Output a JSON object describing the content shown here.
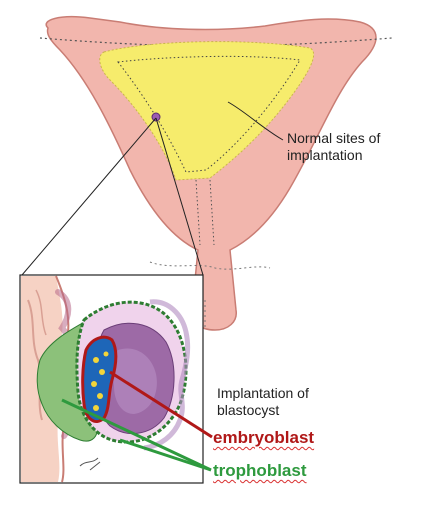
{
  "labels": {
    "normal_sites": [
      "Normal sites of",
      "implantation"
    ],
    "implantation": [
      "Implantation of",
      "blastocyst"
    ],
    "embryoblast": "embryoblast",
    "trophoblast": "trophoblast"
  },
  "colors": {
    "uterus_wall": "#f2b6ad",
    "uterus_outline": "#c97d74",
    "cavity_fill": "#f6ec6c",
    "embryoblast": "#b01818",
    "trophoblast": "#2e9a3e",
    "blastocoel": "#9d6aa6"
  }
}
